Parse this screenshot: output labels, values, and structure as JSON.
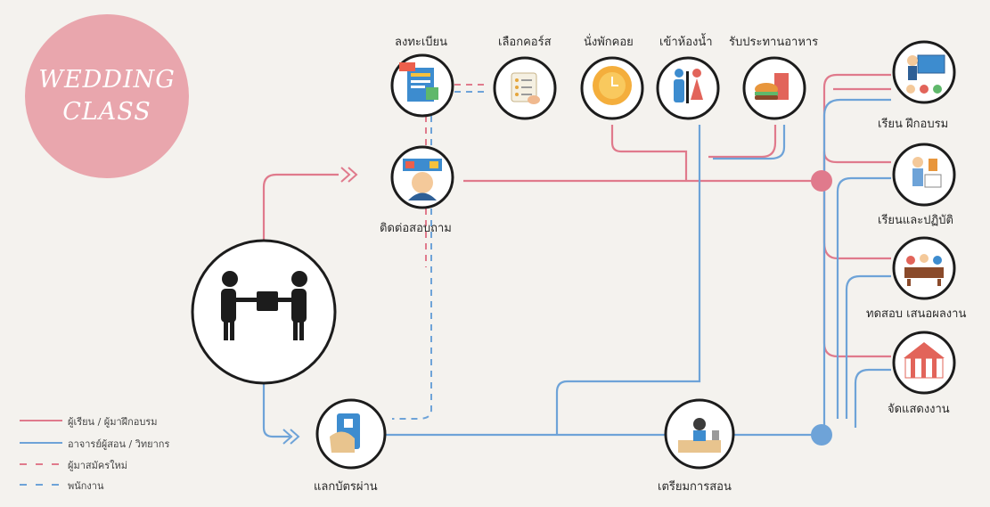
{
  "badge": {
    "line1": "WEDDING",
    "line2": "CLASS"
  },
  "nodes": {
    "register": "ลงทะเบียน",
    "choose_course": "เลือกคอร์ส",
    "waiting": "นั่งพักคอย",
    "restroom": "เข้าห้องน้ำ",
    "dining": "รับประทานอาหาร",
    "inquiry": "ติดต่อสอบถาม",
    "pass": "แลกบัตรผ่าน",
    "prepare": "เตรียมการสอน",
    "lecture": "เรียน ฝึกอบรม",
    "practice": "เรียนและปฏิบัติ",
    "test": "ทดสอบ เสนอผลงาน",
    "show": "จัดแสดงงาน"
  },
  "legend": {
    "learner": "ผู้เรียน / ผู้มาฝึกอบรม",
    "teacher": "อาจารย์ผู้สอน / วิทยากร",
    "new_applicant": "ผู้มาสมัครใหม่",
    "staff": "พนักงาน"
  },
  "colors": {
    "learner": "#e07a8c",
    "teacher": "#6ea3d8",
    "badge": "#e9a6ad",
    "outline": "#1c1c1c"
  }
}
